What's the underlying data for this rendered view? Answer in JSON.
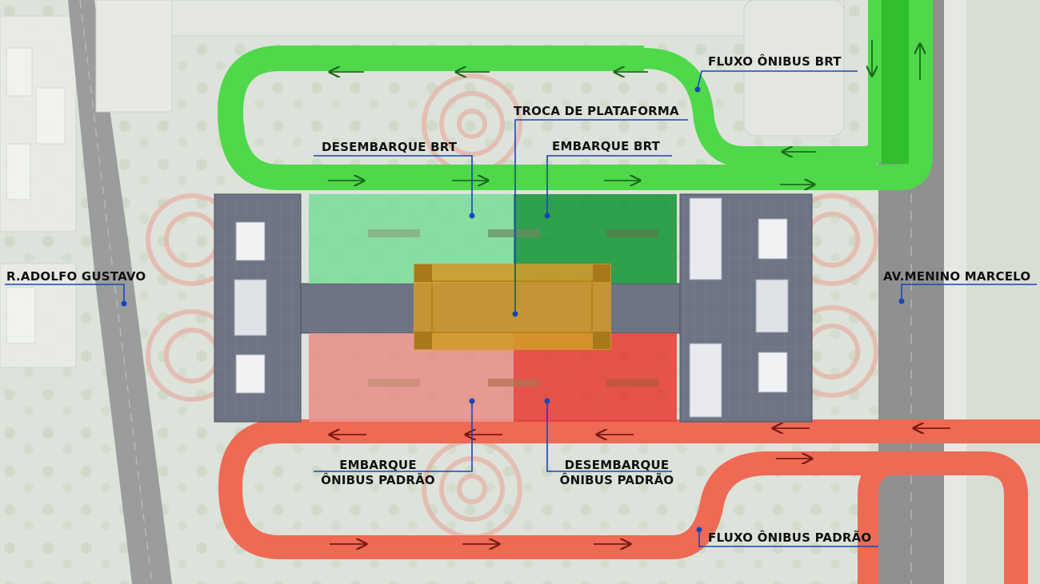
{
  "labels": {
    "fluxo_brt": "FLUXO ÔNIBUS BRT",
    "troca_plataforma": "TROCA DE PLATAFORMA",
    "desembarque_brt": "DESEMBARQUE BRT",
    "embarque_brt": "EMBARQUE BRT",
    "rua_adolfo": "R.ADOLFO GUSTAVO",
    "av_menino": "AV.MENINO MARCELO",
    "embarque_padrao": [
      "EMBARQUE",
      "ÔNIBUS PADRÃO"
    ],
    "desembarque_padrao": [
      "DESEMBARQUE",
      "ÔNIBUS PADRÃO"
    ],
    "fluxo_padrao": "FLUXO ÔNIBUS PADRÃO"
  },
  "colors": {
    "brt_route": "#4fd84a",
    "brt_route_dark": "#2fbf2c",
    "standard_route": "#ee6a55",
    "brt_platform_light": "#7fdca0",
    "brt_platform_dark": "#1f9a3f",
    "standard_platform_light": "#e7938d",
    "standard_platform_dark": "#e5473e",
    "transfer_zone": "#d29a2a",
    "roof": "#6d7484",
    "leader_line": "#1846b8",
    "arrow_green": "#1d6a1d",
    "arrow_red": "#7a1a10"
  }
}
